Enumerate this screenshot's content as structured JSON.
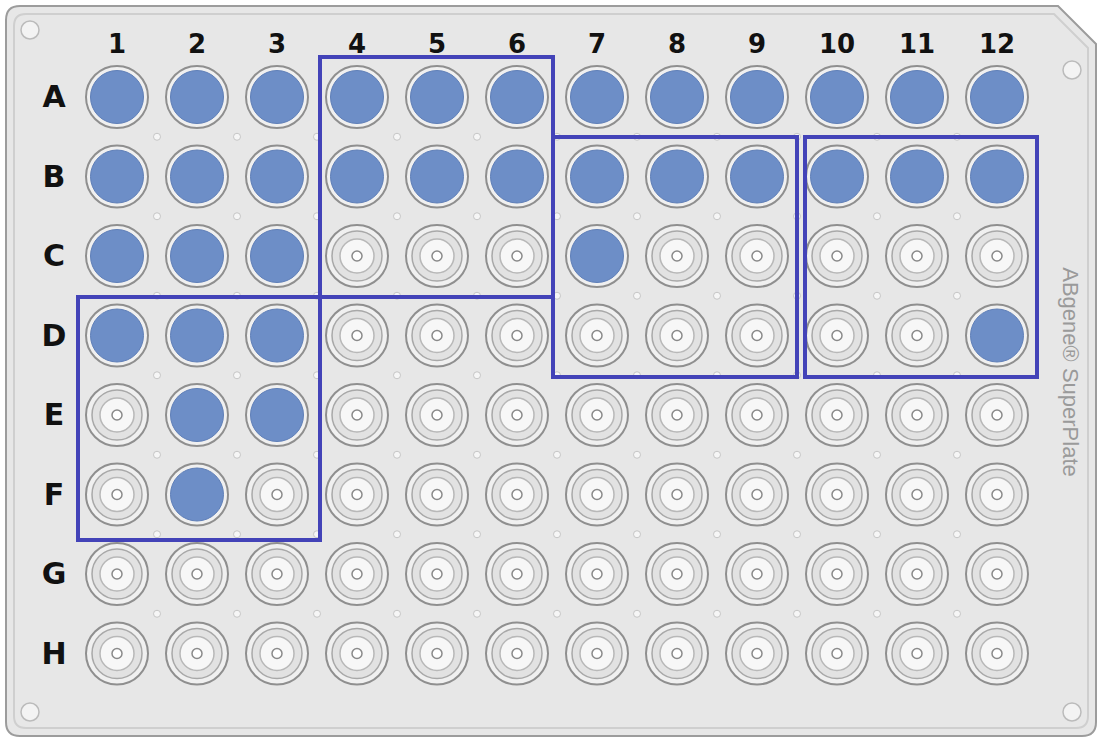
{
  "diagram": {
    "labels": [
      "1",
      "2",
      "3",
      "4",
      "5",
      "6",
      "7",
      "8",
      "9",
      "10",
      "11",
      "12",
      "A",
      "B",
      "C",
      "D",
      "E",
      "F",
      "G",
      "H",
      "ABgene® SuperPlate"
    ]
  }
}
